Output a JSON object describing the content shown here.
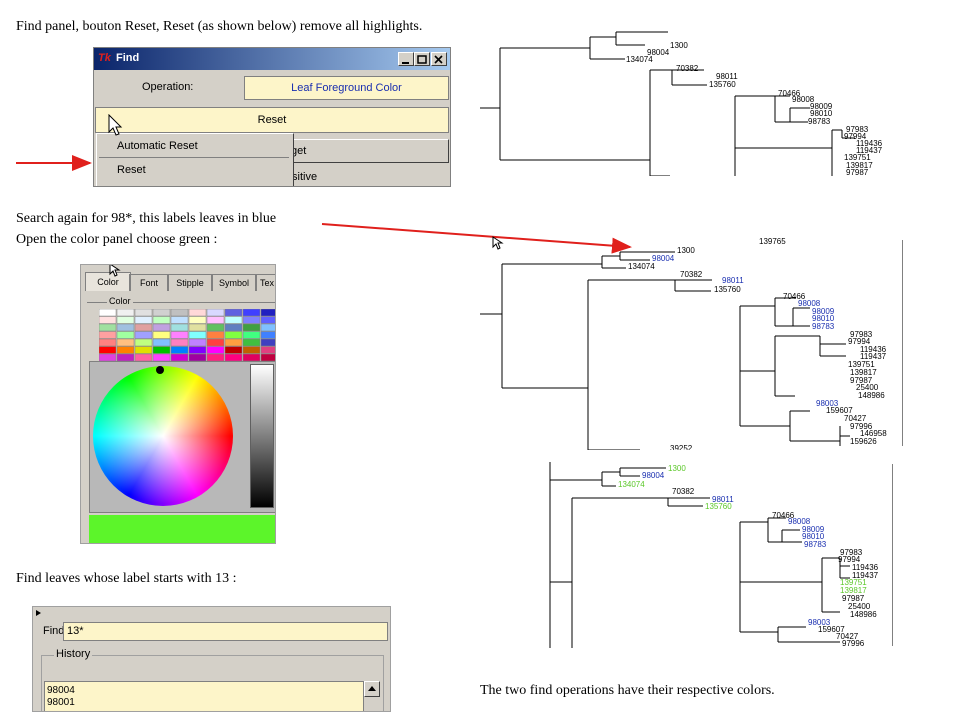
{
  "captions": {
    "step1": "Find panel, bouton Reset, Reset (as shown below) remove all highlights.",
    "step2_line1": "Search again for 98*, this labels leaves in blue",
    "step2_line2": "Open the color panel choose green :",
    "step3": "Find leaves whose label starts with 13 :",
    "result": "The two find operations have their respective colors."
  },
  "find_panel": {
    "logo": "Tk",
    "title": "Find",
    "operation_label": "Operation:",
    "operation_value": "Leaf Foreground Color",
    "reset_button": "Reset",
    "menu_items": [
      "Automatic Reset",
      "Reset"
    ],
    "hidden_right_1": "get",
    "hidden_right_2": "sitive"
  },
  "color_panel": {
    "tabs": [
      "Color",
      "Font",
      "Stipple",
      "Symbol",
      "Tex"
    ],
    "group_label": "Color",
    "selected_color": "#5cf52a"
  },
  "find_field": {
    "label": "Find:",
    "value": "13*",
    "history_label": "History",
    "history_items": [
      "98004",
      "98001"
    ]
  },
  "trees": {
    "tree1": [
      {
        "text": "1300",
        "color": "#000"
      },
      {
        "text": "98004",
        "color": "#000"
      },
      {
        "text": "134074",
        "color": "#000"
      },
      {
        "text": "70382",
        "color": "#000"
      },
      {
        "text": "98011",
        "color": "#000"
      },
      {
        "text": "135760",
        "color": "#000"
      },
      {
        "text": "70466",
        "color": "#000"
      },
      {
        "text": "98008",
        "color": "#000"
      },
      {
        "text": "98009",
        "color": "#000"
      },
      {
        "text": "98010",
        "color": "#000"
      },
      {
        "text": "98783",
        "color": "#000"
      },
      {
        "text": "97983",
        "color": "#000"
      },
      {
        "text": "97994",
        "color": "#000"
      },
      {
        "text": "119436",
        "color": "#000"
      },
      {
        "text": "119437",
        "color": "#000"
      },
      {
        "text": "139751",
        "color": "#000"
      },
      {
        "text": "139817",
        "color": "#000"
      },
      {
        "text": "97987",
        "color": "#000"
      }
    ],
    "tree2": [
      {
        "text": "139765",
        "color": "#000"
      },
      {
        "text": "1300",
        "color": "#000"
      },
      {
        "text": "98004",
        "color": "#1a2fb0"
      },
      {
        "text": "134074",
        "color": "#000"
      },
      {
        "text": "70382",
        "color": "#000"
      },
      {
        "text": "98011",
        "color": "#1a2fb0"
      },
      {
        "text": "135760",
        "color": "#000"
      },
      {
        "text": "70466",
        "color": "#000"
      },
      {
        "text": "98008",
        "color": "#1a2fb0"
      },
      {
        "text": "98009",
        "color": "#1a2fb0"
      },
      {
        "text": "98010",
        "color": "#1a2fb0"
      },
      {
        "text": "98783",
        "color": "#1a2fb0"
      },
      {
        "text": "97983",
        "color": "#000"
      },
      {
        "text": "97994",
        "color": "#000"
      },
      {
        "text": "119436",
        "color": "#000"
      },
      {
        "text": "119437",
        "color": "#000"
      },
      {
        "text": "139751",
        "color": "#000"
      },
      {
        "text": "139817",
        "color": "#000"
      },
      {
        "text": "97987",
        "color": "#000"
      },
      {
        "text": "25400",
        "color": "#000"
      },
      {
        "text": "148986",
        "color": "#000"
      },
      {
        "text": "98003",
        "color": "#1a2fb0"
      },
      {
        "text": "159607",
        "color": "#000"
      },
      {
        "text": "70427",
        "color": "#000"
      },
      {
        "text": "97996",
        "color": "#000"
      },
      {
        "text": "146958",
        "color": "#000"
      },
      {
        "text": "159626",
        "color": "#000"
      },
      {
        "text": "39252",
        "color": "#000"
      }
    ],
    "tree3": [
      {
        "text": "1300",
        "color": "#5cc82a"
      },
      {
        "text": "98004",
        "color": "#1a2fb0"
      },
      {
        "text": "134074",
        "color": "#5cc82a"
      },
      {
        "text": "70382",
        "color": "#000"
      },
      {
        "text": "98011",
        "color": "#1a2fb0"
      },
      {
        "text": "135760",
        "color": "#5cc82a"
      },
      {
        "text": "70466",
        "color": "#000"
      },
      {
        "text": "98008",
        "color": "#1a2fb0"
      },
      {
        "text": "98009",
        "color": "#1a2fb0"
      },
      {
        "text": "98010",
        "color": "#1a2fb0"
      },
      {
        "text": "98783",
        "color": "#1a2fb0"
      },
      {
        "text": "97983",
        "color": "#000"
      },
      {
        "text": "97994",
        "color": "#000"
      },
      {
        "text": "119436",
        "color": "#000"
      },
      {
        "text": "119437",
        "color": "#000"
      },
      {
        "text": "139751",
        "color": "#5cc82a"
      },
      {
        "text": "139817",
        "color": "#5cc82a"
      },
      {
        "text": "97987",
        "color": "#000"
      },
      {
        "text": "25400",
        "color": "#000"
      },
      {
        "text": "148986",
        "color": "#000"
      },
      {
        "text": "98003",
        "color": "#1a2fb0"
      },
      {
        "text": "159607",
        "color": "#000"
      },
      {
        "text": "70427",
        "color": "#000"
      },
      {
        "text": "97996",
        "color": "#000"
      }
    ]
  },
  "colors": {
    "arrow": "#e0201c",
    "highlight_blue": "#1a2fb0",
    "highlight_green": "#5cc82a",
    "find_field_bg": "#fdf5c9"
  }
}
